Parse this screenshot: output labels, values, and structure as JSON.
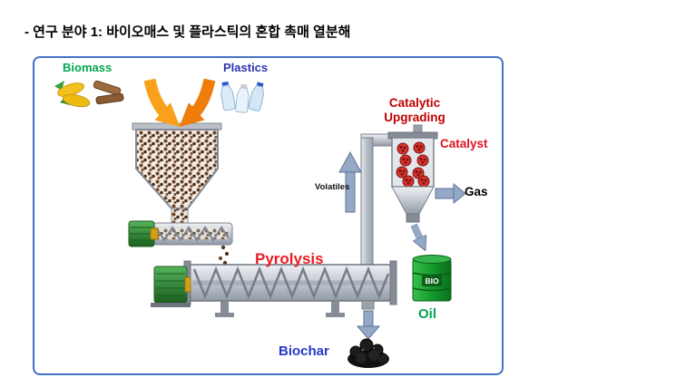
{
  "page": {
    "title": "- 연구 분야 1: 바이오매스 및 플라스틱의 혼합 촉매 열분해"
  },
  "diagram": {
    "inputs": {
      "biomass_label": "Biomass",
      "plastics_label": "Plastics"
    },
    "process": {
      "pyrolysis_label": "Pyrolysis",
      "volatiles_label": "Volatiles",
      "catalytic_upgrading_label": "Catalytic Upgrading",
      "catalyst_label": "Catalyst"
    },
    "outputs": {
      "gas_label": "Gas",
      "oil_label": "Oil",
      "biochar_label": "Biochar",
      "oil_drum_text": "BIO"
    },
    "colors": {
      "biomass_green": "#00A550",
      "plastics_blue": "#2E35B0",
      "pyrolysis_red": "#ED1C24",
      "catalytic_dark_red": "#C00000",
      "catalyst_red": "#DC1420",
      "oil_green": "#00A550",
      "biochar_blue": "#2438C8",
      "box_border_blue": "#4472C4",
      "feed_arrow_orange": "#F7941D",
      "flow_arrow_bluegray": "#93A9C6"
    }
  }
}
